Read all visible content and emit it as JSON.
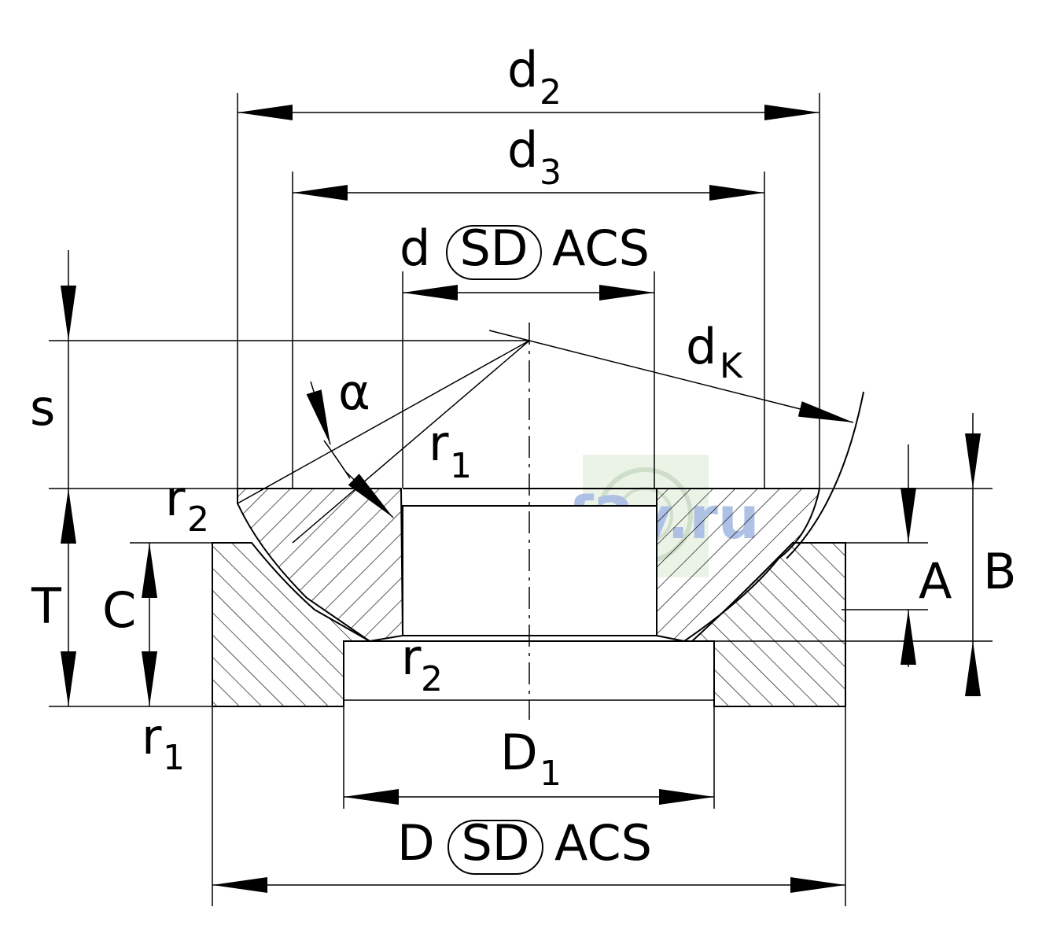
{
  "labels": {
    "d2": {
      "main": "d",
      "sub": "2"
    },
    "d3": {
      "main": "d",
      "sub": "3"
    },
    "d_row": {
      "d": "d",
      "sd": "SD",
      "acs": "ACS"
    },
    "dk": {
      "main": "d",
      "sub": "K"
    },
    "alpha": "α",
    "s": "s",
    "r1_upper": {
      "main": "r",
      "sub": "1"
    },
    "r2_left": {
      "main": "r",
      "sub": "2"
    },
    "T": "T",
    "C": "C",
    "A": "A",
    "B": "B",
    "r2_lower": {
      "main": "r",
      "sub": "2"
    },
    "r1_lower": {
      "main": "r",
      "sub": "1"
    },
    "D1": {
      "main": "D",
      "sub": "1"
    },
    "D_row": {
      "d": "D",
      "sd": "SD",
      "acs": "ACS"
    }
  },
  "watermark": {
    "text": "sf2v.ru",
    "color": "#6d8fd0",
    "bg": "#dcebd4"
  },
  "colors": {
    "line": "#000000",
    "background": "#ffffff"
  }
}
